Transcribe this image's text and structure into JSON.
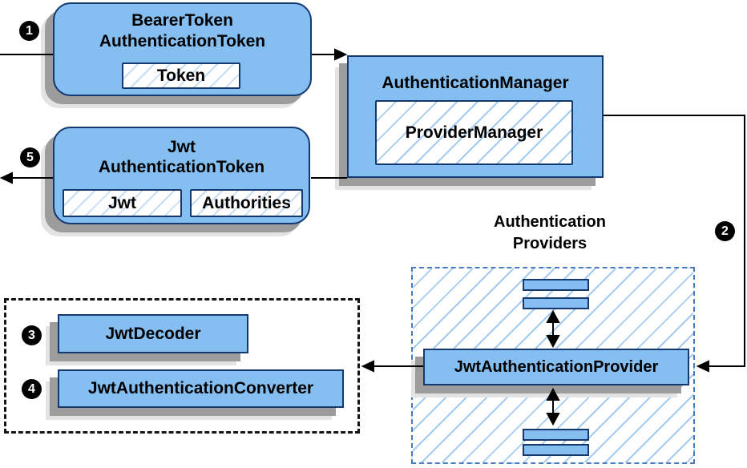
{
  "steps": {
    "s1": "1",
    "s2": "2",
    "s3": "3",
    "s4": "4",
    "s5": "5"
  },
  "bearer_token_box": {
    "title_line1": "BearerToken",
    "title_line2": "AuthenticationToken",
    "field_token": "Token"
  },
  "authentication_manager_box": {
    "title": "AuthenticationManager",
    "inner": "ProviderManager"
  },
  "jwt_token_box": {
    "title_line1": "Jwt",
    "title_line2": "AuthenticationToken",
    "field_jwt": "Jwt",
    "field_authorities": "Authorities"
  },
  "providers_group": {
    "label_line1": "Authentication",
    "label_line2": "Providers",
    "provider_box": "JwtAuthenticationProvider"
  },
  "converter_group": {
    "decoder_box": "JwtDecoder",
    "converter_box": "JwtAuthenticationConverter"
  },
  "colors": {
    "box_fill": "#85BEF0",
    "box_border": "#14386F",
    "hatch_line": "#A6CBF1",
    "hatch_line_light": "#C8DDF6",
    "providers_dash_border": "#4B7BBF",
    "black_dash_border": "#151515",
    "shadow_dark": "#9C9C9C",
    "shadow_light": "#E3E3E3",
    "arrow": "#000000",
    "badge_bg": "#000000",
    "badge_text": "#FFFFFF"
  }
}
